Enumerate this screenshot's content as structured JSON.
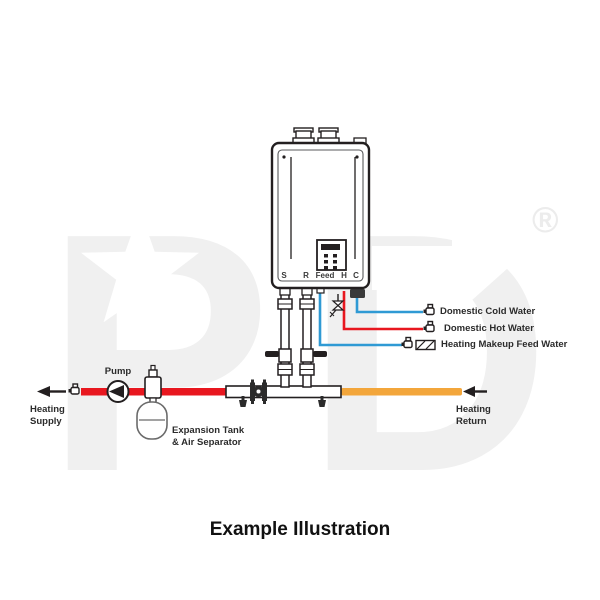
{
  "title": "Example Illustration",
  "watermark": {
    "letter_p": "P",
    "letter_d": "D",
    "registered": "®"
  },
  "heater": {
    "ports": [
      "S",
      "R",
      "Feed",
      "H",
      "C"
    ]
  },
  "labels": {
    "pump": "Pump",
    "heating_supply": [
      "Heating",
      "Supply"
    ],
    "heating_return": [
      "Heating",
      "Return"
    ],
    "expansion_tank": [
      "Expansion Tank",
      "& Air Separator"
    ]
  },
  "legend": {
    "items": [
      {
        "label": "Domestic Cold Water",
        "line_color": "#2f9ad4"
      },
      {
        "label": "Domestic Hot Water",
        "line_color": "#e8171f"
      },
      {
        "label": "Heating Makeup Feed Water",
        "line_color": "#2f9ad4"
      }
    ]
  },
  "colors": {
    "heating_supply_pipe": "#e8171f",
    "heating_return_pipe": "#f3a63b",
    "cold_water_line": "#2f9ad4",
    "hot_water_line": "#e8171f",
    "makeup_water_line": "#2f9ad4",
    "line_art": "#231f20",
    "watermark": "#f0f0f0"
  }
}
